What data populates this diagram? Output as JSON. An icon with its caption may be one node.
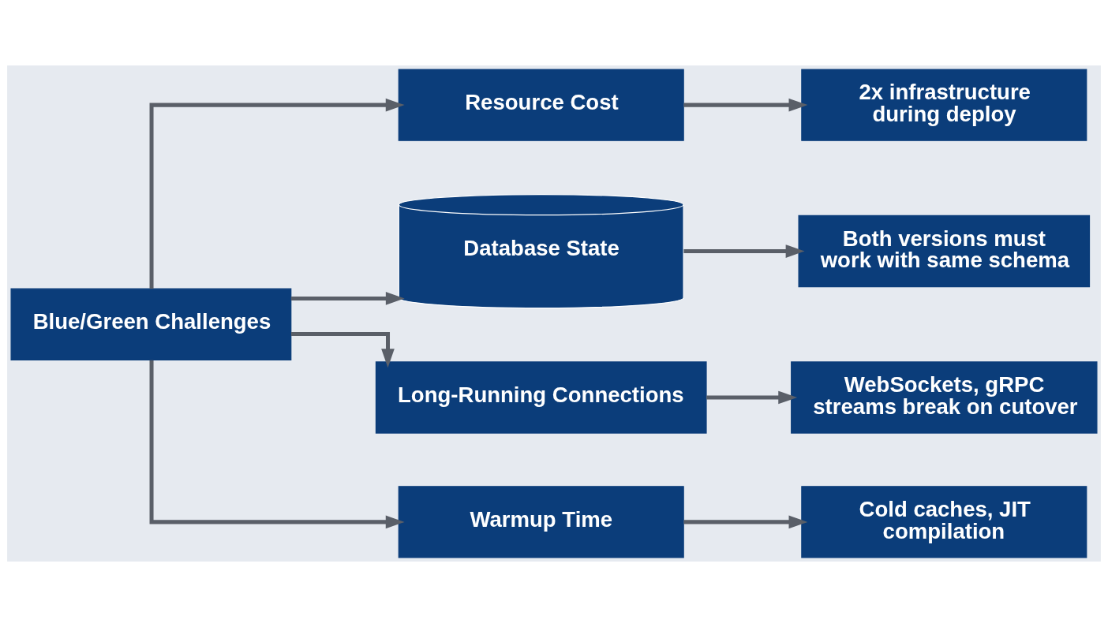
{
  "diagram": {
    "nodes": [
      {
        "text": [
          "Blue/Green Challenges"
        ]
      },
      {
        "text": [
          "Resource Cost"
        ]
      },
      {
        "text": [
          "2x infrastructure during deploy"
        ]
      },
      {
        "text": [
          "Database State"
        ]
      },
      {
        "text": [
          "Both versions must work with same schema"
        ]
      },
      {
        "text": [
          "Long-Running Connections"
        ]
      },
      {
        "text": [
          "WebSockets, gRPC streams break on cutover"
        ]
      },
      {
        "text": [
          "Warmup Time"
        ]
      },
      {
        "text": [
          "Cold caches, JIT compilation"
        ]
      }
    ],
    "edges": [
      {
        "from": 0,
        "to": 1,
        "arrow": "to"
      },
      {
        "from": 1,
        "to": 2,
        "arrow": "to"
      },
      {
        "from": 0,
        "to": 3,
        "arrow": "to"
      },
      {
        "from": 3,
        "to": 4,
        "arrow": "to"
      },
      {
        "from": 0,
        "to": 5,
        "arrow": "to"
      },
      {
        "from": 5,
        "to": 6,
        "arrow": "to"
      },
      {
        "from": 0,
        "to": 7,
        "arrow": "to"
      },
      {
        "from": 7,
        "to": 8,
        "arrow": "to"
      }
    ]
  }
}
